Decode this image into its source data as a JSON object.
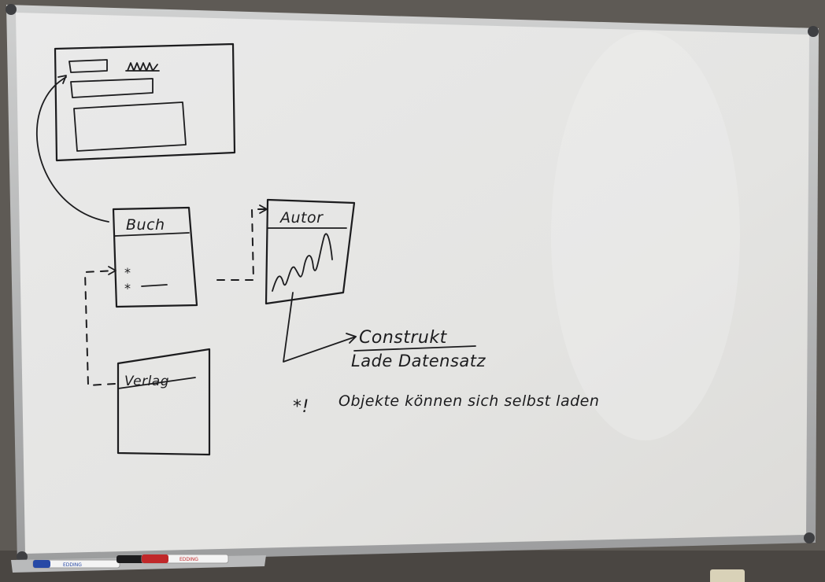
{
  "colors": {
    "wall": "#5e5a55",
    "board": "#e6e6e4",
    "frame": "#b8b9b9",
    "ink": "#1c1c1e",
    "marker_red": "#c0282a",
    "marker_blue": "#2749a6"
  },
  "diagram": {
    "boxes": {
      "buch": {
        "title": "Buch",
        "fields": [
          "*",
          "*"
        ]
      },
      "autor": {
        "title": "Autor"
      },
      "verlag": {
        "title": "Verlag"
      }
    },
    "notes": {
      "construct": "Construkt",
      "load_record": "Lade Datensatz",
      "footnote_mark": "*!",
      "footnote": "Objekte können sich selbst laden"
    }
  },
  "marker_tray": {
    "markers": [
      {
        "name": "blue-marker",
        "color": "#2749a6",
        "label": "EDDING"
      },
      {
        "name": "black-marker",
        "color": "#1c1c1e",
        "label": ""
      },
      {
        "name": "red-marker",
        "color": "#c0282a",
        "label": "EDDING"
      }
    ]
  }
}
